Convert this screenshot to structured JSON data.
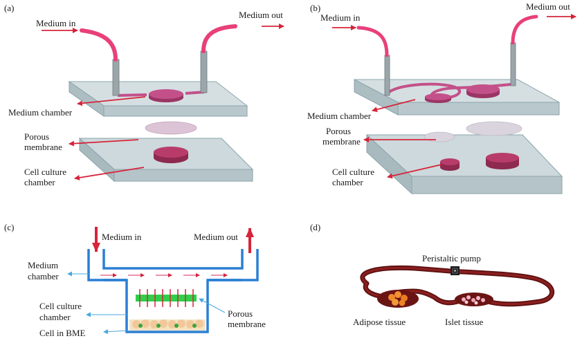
{
  "colors": {
    "arrow": "#d6243a",
    "tube": "#e8407a",
    "glass": "#c8d6da",
    "glass_edge": "#8aa3aa",
    "chamber": "#c4508a",
    "channel": "#2a7fd4",
    "loop": "#6b1414"
  },
  "panel_a": {
    "tag": "(a)",
    "medium_in": "Medium in",
    "medium_out": "Medium out",
    "medium_chamber": "Medium chamber",
    "porous_1": "Porous",
    "porous_2": "membrane",
    "cell_1": "Cell culture",
    "cell_2": "chamber"
  },
  "panel_b": {
    "tag": "(b)",
    "medium_in": "Medium in",
    "medium_out": "Medium out",
    "medium_chamber": "Medium chamber",
    "porous_1": "Porous",
    "porous_2": "membrane",
    "cell_1": "Cell culture",
    "cell_2": "chamber"
  },
  "panel_c": {
    "tag": "(c)",
    "medium_in": "Medium in",
    "medium_out": "Medium out",
    "medium_chamber_1": "Medium",
    "medium_chamber_2": "chamber",
    "cell_chamber_1": "Cell culture",
    "cell_chamber_2": "chamber",
    "cell_bme": "Cell in BME",
    "porous_1": "Porous",
    "porous_2": "membrane"
  },
  "panel_d": {
    "tag": "(d)",
    "pump": "Peristaltic pump",
    "adipose": "Adipose tissue",
    "islet": "Islet tissue"
  }
}
